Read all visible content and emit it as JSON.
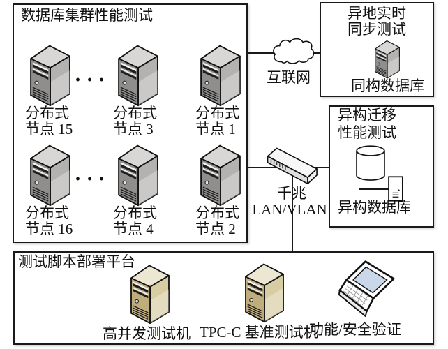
{
  "cluster": {
    "title": "数据库集群性能测试",
    "ellipsis": "···",
    "nodes": [
      {
        "line1": "分布式",
        "line2": "节点 15"
      },
      {
        "line1": "分布式",
        "line2": "节点 3"
      },
      {
        "line1": "分布式",
        "line2": "节点 1"
      },
      {
        "line1": "分布式",
        "line2": "节点 16"
      },
      {
        "line1": "分布式",
        "line2": "节点 4"
      },
      {
        "line1": "分布式",
        "line2": "节点 2"
      }
    ]
  },
  "internet": {
    "label": "互联网"
  },
  "sync_box": {
    "title_line1": "异地实时",
    "title_line2": "同步测试",
    "db_label": "同构数据库"
  },
  "switch": {
    "label_line1": "千兆",
    "label_line2": "LAN/VLAN"
  },
  "migration_box": {
    "title_line1": "异构迁移",
    "title_line2": "性能测试",
    "db_label": "异构数据库"
  },
  "platform_box": {
    "title": "测试脚本部署平台",
    "machines": [
      {
        "label": "高并发测试机"
      },
      {
        "label": "TPC-C 基准测试机"
      },
      {
        "label": "功能/安全验证"
      }
    ]
  },
  "colors": {
    "line": "#1a1a1a",
    "box_border": "#1a1a1a",
    "tower_gray_top": "#d8d7d5",
    "tower_gray_side": "#b3b2b0",
    "tower_gray_front": "#8f8e8c",
    "tower_tan_top": "#ece7d3",
    "tower_tan_side": "#d8cda2",
    "tower_tan_front": "#bfae7c",
    "laptop_screen": "#c9d7e8"
  }
}
